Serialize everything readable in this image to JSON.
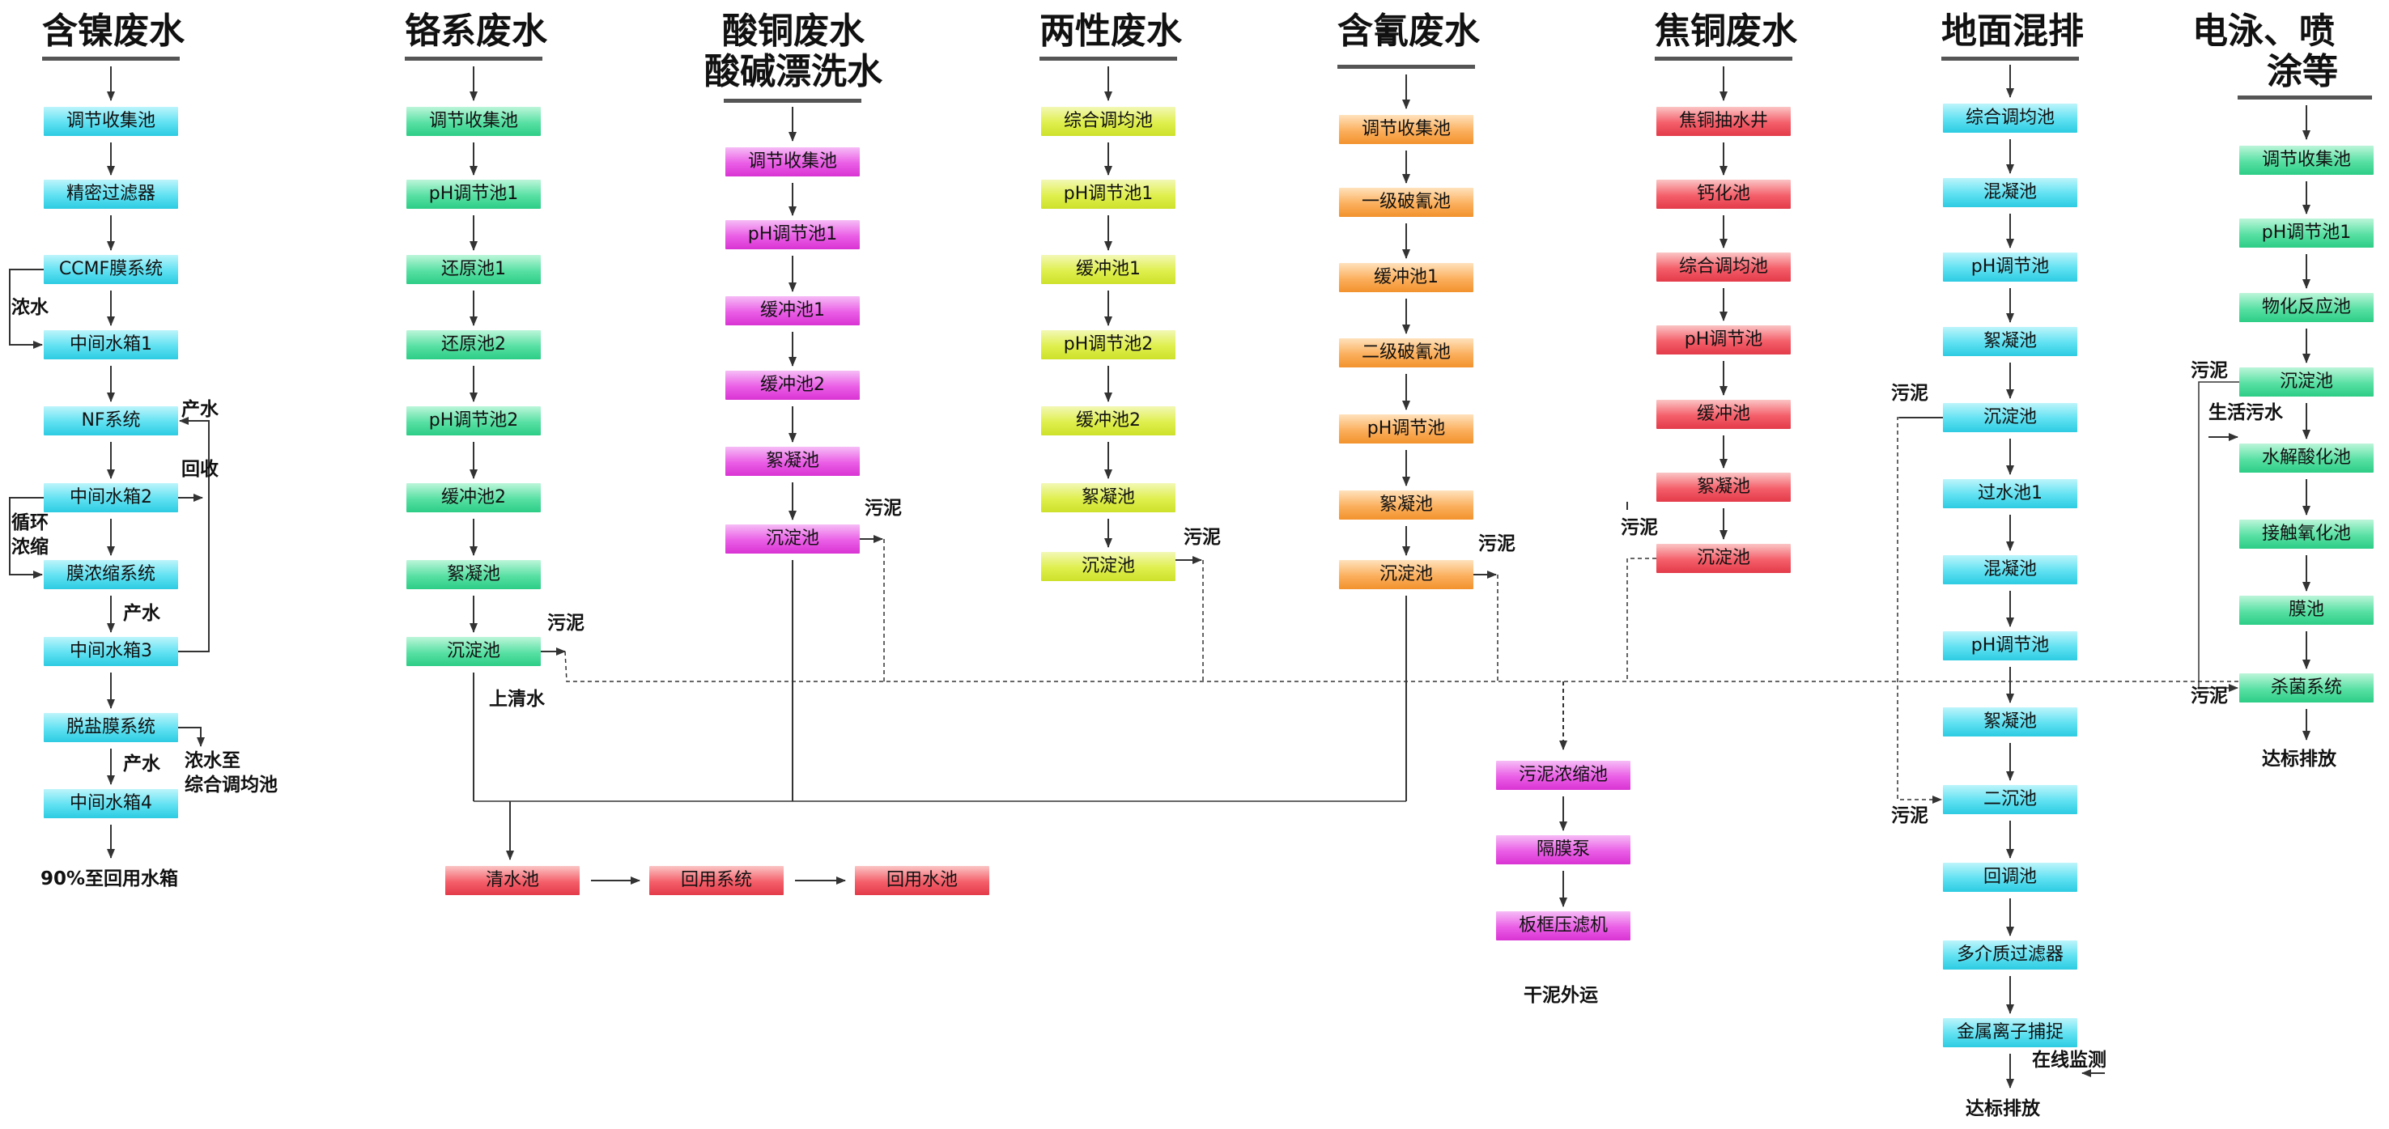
{
  "colors": {
    "cyan": "#3fd6ec",
    "green": "#3ad893",
    "magenta": "#e045dc",
    "yellow": "#d7e83b",
    "orange": "#f59f42",
    "red": "#ea4655",
    "line": "#333333"
  },
  "titles": {
    "nickel": "含镍废水",
    "chrome": "铬系废水",
    "acid_copper_1": "酸铜废水",
    "acid_copper_2": "酸碱漂洗水",
    "amphoteric": "两性废水",
    "cyanide": "含氰废水",
    "coke_copper": "焦铜废水",
    "floor": "地面混排",
    "electro_1": "电泳、喷",
    "electro_2": "涂等"
  },
  "nickel": {
    "boxes": [
      "调节收集池",
      "精密过滤器",
      "CCMF膜系统",
      "中间水箱1",
      "NF系统",
      "中间水箱2",
      "膜浓缩系统",
      "中间水箱3",
      "脱盐膜系统",
      "中间水箱4"
    ],
    "labels": {
      "concentrate": "浓水",
      "product": "产水",
      "recover": "回收",
      "cycle_1": "循环",
      "cycle_2": "浓缩",
      "product2": "产水",
      "concentrate_to_1": "浓水至",
      "concentrate_to_2": "综合调均池",
      "product3": "产水",
      "final": "90%至回用水箱"
    }
  },
  "chrome": {
    "boxes": [
      "调节收集池",
      "pH调节池1",
      "还原池1",
      "还原池2",
      "pH调节池2",
      "缓冲池2",
      "絮凝池",
      "沉淀池"
    ],
    "labels": {
      "sludge": "污泥",
      "clear": "上清水"
    }
  },
  "acid_copper": {
    "boxes": [
      "调节收集池",
      "pH调节池1",
      "缓冲池1",
      "缓冲池2",
      "絮凝池",
      "沉淀池"
    ],
    "labels": {
      "sludge": "污泥"
    }
  },
  "amphoteric": {
    "boxes": [
      "综合调均池",
      "pH调节池1",
      "缓冲池1",
      "pH调节池2",
      "缓冲池2",
      "絮凝池",
      "沉淀池"
    ],
    "labels": {
      "sludge": "污泥"
    }
  },
  "cyanide": {
    "boxes": [
      "调节收集池",
      "一级破氰池",
      "缓冲池1",
      "二级破氰池",
      "pH调节池",
      "絮凝池",
      "沉淀池"
    ],
    "labels": {
      "sludge": "污泥"
    }
  },
  "coke_copper": {
    "boxes": [
      "焦铜抽水井",
      "钙化池",
      "综合调均池",
      "pH调节池",
      "缓冲池",
      "絮凝池",
      "沉淀池"
    ],
    "labels": {
      "sludge": "污泥"
    }
  },
  "floor": {
    "boxes": [
      "综合调均池",
      "混凝池",
      "pH调节池",
      "絮凝池",
      "沉淀池",
      "过水池1",
      "混凝池",
      "pH调节池",
      "絮凝池",
      "二沉池",
      "回调池",
      "多介质过滤器",
      "金属离子捕捉"
    ],
    "labels": {
      "sludge_top": "污泥",
      "sludge_bottom": "污泥",
      "monitor": "在线监测",
      "final": "达标排放"
    }
  },
  "electro": {
    "boxes": [
      "调节收集池",
      "pH调节池1",
      "物化反应池",
      "沉淀池",
      "水解酸化池",
      "接触氧化池",
      "膜池",
      "杀菌系统"
    ],
    "labels": {
      "sludge_top": "污泥",
      "domestic": "生活污水",
      "sludge_bottom": "污泥",
      "final": "达标排放"
    }
  },
  "reuse": {
    "boxes": [
      "清水池",
      "回用系统",
      "回用水池"
    ]
  },
  "sludge_treatment": {
    "boxes": [
      "污泥浓缩池",
      "隔膜泵",
      "板框压滤机"
    ],
    "labels": {
      "final": "干泥外运"
    }
  }
}
